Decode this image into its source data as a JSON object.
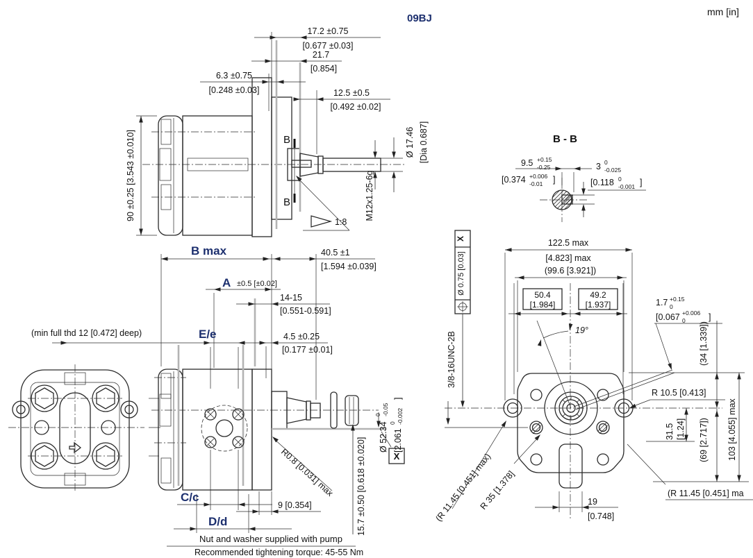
{
  "header": {
    "title": "09BJ",
    "units": "mm [in]"
  },
  "side_view": {
    "height": "90 ±0.25 [3.543 ±0.010]",
    "dim_17_mm": "17.2 ±0.75",
    "dim_17_in": "[0.677 ±0.03]",
    "dim_21_mm": "21.7",
    "dim_21_in": "[0.854]",
    "dim_63_mm": "6.3 ±0.75",
    "dim_63_in": "[0.248 ±0.03]",
    "dim_125_mm": "12.5 ±0.5",
    "dim_125_in": "[0.492 ±0.02]",
    "shaft_dia_mm": "Ø 17.46",
    "shaft_dia_in": "[Dia 0.687]",
    "thread": "M12x1.25-6g",
    "taper": "1:8",
    "section_letter": "B"
  },
  "section_bb": {
    "title": "B - B",
    "width_mm": "9.5",
    "width_up": "+0.15",
    "width_dn": "-0.25",
    "width_in": "[0.374",
    "width_in_up": "+0.006",
    "width_in_dn": "-0.01",
    "width_in_close": "]",
    "key_mm": "3",
    "key_up": "0",
    "key_dn": "-0.025",
    "key_in": "[0.118",
    "key_in_up": "0",
    "key_in_dn": "-0.001",
    "key_in_close": "]"
  },
  "length_dims": {
    "b_max": "B max",
    "dim_40_mm": "40.5 ±1",
    "dim_40_in": "[1.594 ±0.039]",
    "a_letter": "A",
    "a_tol": "±0.5 [±0.02]",
    "dim_14_mm": "14-15",
    "dim_14_in": "[0.551-0.591]",
    "min_thd": "(min full thd 12 [0.472] deep)",
    "e_letter": "E/e",
    "dim_45_mm": "4.5 ±0.25",
    "dim_45_in": "[0.177 ±0.01]"
  },
  "front_dims": {
    "c_letter": "C/c",
    "d_letter": "D/d",
    "dim_9": "9 [0.354]",
    "dia_mm": "Ø 52.34",
    "dia_up": "0",
    "dia_dn": "-0.05",
    "dia_in": "[2.061",
    "dia_in_up": "0",
    "dia_in_dn": "-0.002",
    "dia_in_close": "]",
    "dim_157": "15.7 ±0.50 [0.618 ±0.020]",
    "r08": "R0.8 [0.031] max",
    "datum": "X",
    "note1": "Nut and washer supplied with pump",
    "note2": "Recommended tightening torque: 45-55 Nm"
  },
  "flange_view": {
    "dim_1225_mm": "122.5 max",
    "dim_1225_in": "[4.823] max",
    "dim_996": "(99.6 [3.921])",
    "dim_504_mm": "50.4",
    "dim_504_in": "[1.984]",
    "dim_492_mm": "49.2",
    "dim_492_in": "[1.937]",
    "dim_17_mm": "1.7",
    "dim_17_up": "+0.15",
    "dim_17_dn": "0",
    "dim_17_in": "[0.067",
    "dim_17_in_up": "+0.006",
    "dim_17_in_dn": "0",
    "dim_17_in_close": "]",
    "angle": "19°",
    "fcf_tol": "Ø 0.75 [0.03]",
    "fcf_datum": "X",
    "thread": "3/8-16UNC-2B",
    "r105": "R 10.5 [0.413]",
    "dim_315_mm": "31.5",
    "dim_315_in": "[1.24]",
    "dim_34": "(34 [1.339])",
    "dim_69": "(69 [2.717])",
    "dim_103": "103 [4.055] max",
    "r35": "R 35 [1.378]",
    "r1145_left": "(R 11.45 [0.451] max)",
    "r1145_right": "(R 11.45 [0.451] ma",
    "dim_19_mm": "19",
    "dim_19_in": "[0.748]"
  }
}
